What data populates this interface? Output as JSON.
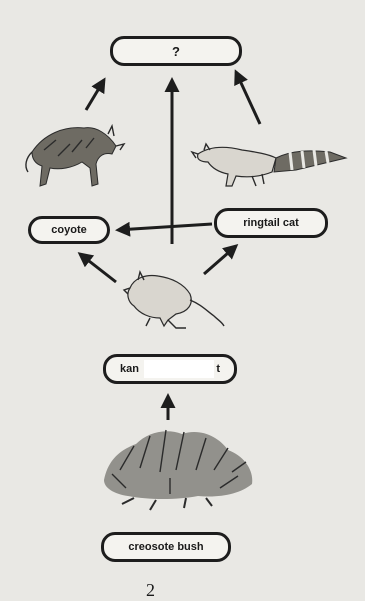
{
  "nodes": {
    "top": "?",
    "coyote": "coyote",
    "ringtail": "ringtail cat",
    "kangaroo_left": "kan",
    "kangaroo_right": "t",
    "creosote": "creosote bush"
  },
  "page_number": "2"
}
